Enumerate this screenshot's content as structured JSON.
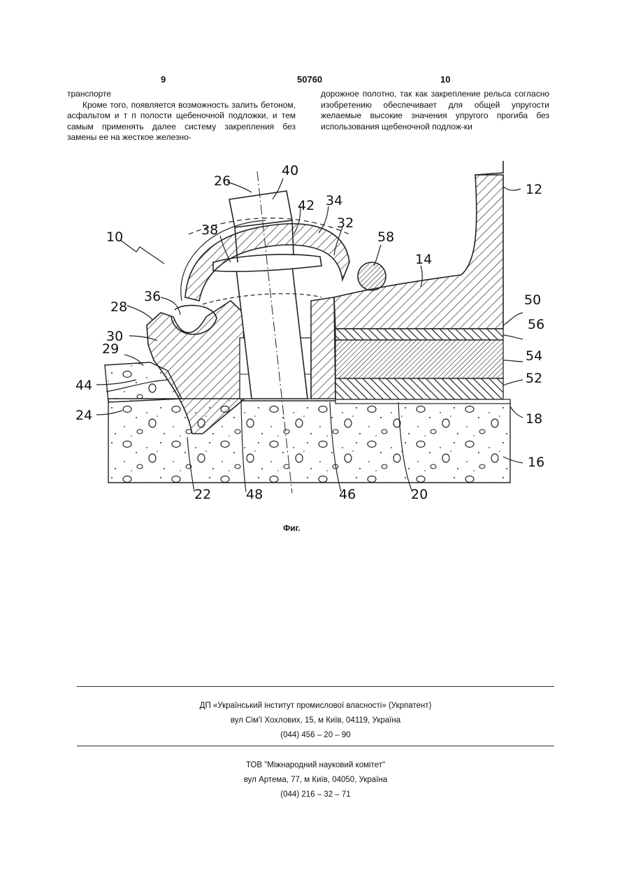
{
  "header": {
    "page_left": "9",
    "patent_number": "50760",
    "page_right": "10"
  },
  "left_column": {
    "line1": "транспорте",
    "paragraph": "Кроме того, появляется возможность залить бетоном, асфальтом и т п полости щебеночной подложки, и тем самым применять далее систему закрепления без замены ее на жесткое железно-"
  },
  "right_column": {
    "paragraph": "дорожное полотно, так как закрепление рельса согласно изобретению обеспечивает для общей упругости желаемые высокие значения упругого прогиба без использования щебеночной подлож-ки"
  },
  "figure": {
    "labels": [
      "10",
      "26",
      "40",
      "42",
      "34",
      "32",
      "58",
      "14",
      "12",
      "38",
      "36",
      "28",
      "30",
      "29",
      "44",
      "24",
      "50",
      "56",
      "54",
      "52",
      "18",
      "16",
      "22",
      "48",
      "46",
      "20"
    ],
    "caption": "Фиг."
  },
  "publisher1": {
    "name": "ДП «Український інститут промислової власності» (Укрпатент)",
    "address": "вул Сім'ї Хохлових, 15, м Київ, 04119, Україна",
    "phone": "(044) 456 – 20 – 90"
  },
  "publisher2": {
    "name": "ТОВ \"Міжнародний науковий комітет\"",
    "address": "вул Артема, 77, м Київ, 04050, Україна",
    "phone": "(044) 216 – 32 – 71"
  }
}
